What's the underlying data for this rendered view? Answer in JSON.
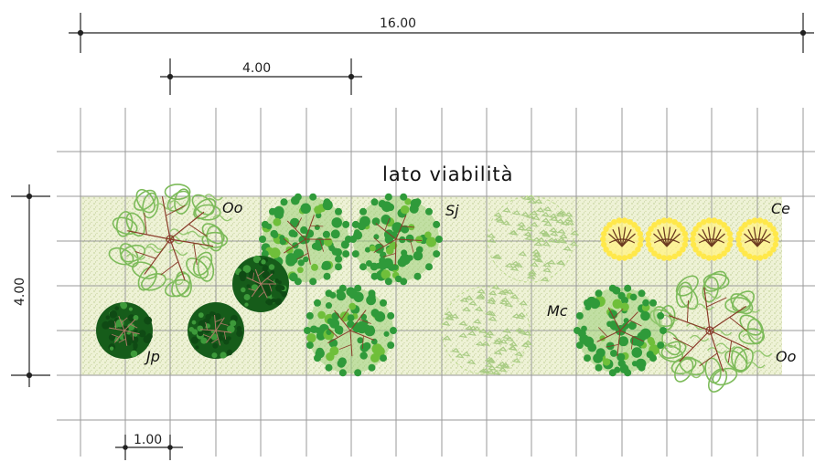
{
  "dimensions": {
    "total_length": "16.00",
    "segment_length": "4.00",
    "depth": "4.00",
    "grid_unit": "1.00"
  },
  "side_label": "lato viabilità",
  "species_labels": {
    "oo_top": "Oo",
    "sj": "Sj",
    "ce": "Ce",
    "mc": "Mc",
    "jp": "Jp",
    "oo_bottom": "Oo"
  },
  "colors": {
    "grid": "#9a9a9a",
    "bed": "#e9eed0",
    "dark_green": "#1f6b1f",
    "mid_green": "#2f9a3a",
    "light_green": "#9ccf7a",
    "pale_green": "#bcd98e",
    "branch": "#8a3b2a",
    "yellow": "#ffe84a"
  },
  "plants": [
    {
      "species": "Oo",
      "style": "feathery"
    },
    {
      "species": "Oo",
      "style": "feathery"
    },
    {
      "species": "Sj",
      "style": "leafy"
    },
    {
      "species": "Sj",
      "style": "leafy"
    },
    {
      "species": "Sj",
      "style": "leafy"
    },
    {
      "species": "Sj",
      "style": "pale"
    },
    {
      "species": "Mc",
      "style": "pale"
    },
    {
      "species": "Jp",
      "style": "dark"
    },
    {
      "species": "Jp",
      "style": "dark"
    },
    {
      "species": "Jp",
      "style": "dark"
    },
    {
      "species": "Ce",
      "style": "yellow"
    },
    {
      "species": "Ce",
      "style": "yellow"
    },
    {
      "species": "Ce",
      "style": "yellow"
    },
    {
      "species": "Ce",
      "style": "yellow"
    },
    {
      "species": "Sj",
      "style": "leafy"
    }
  ]
}
